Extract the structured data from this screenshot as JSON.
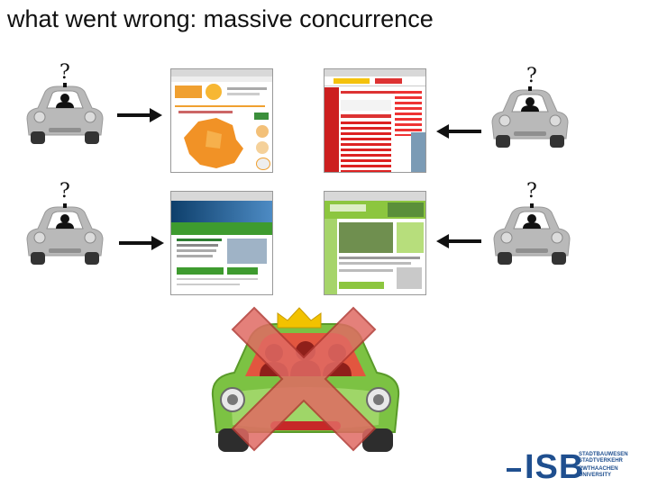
{
  "slide": {
    "title": "what went wrong: massive concurrence"
  },
  "cars": {
    "question_mark": "?"
  },
  "logo": {
    "name": "ISB",
    "line1": "STADTBAUWESEN",
    "line2": "STADTVERKEHR",
    "line3": "RWTHAACHEN",
    "line4": "UNIVERSITY"
  },
  "colors": {
    "car_gray": "#b9b9b9",
    "big_car_body": "#7cc243",
    "big_car_inner": "#e2563f",
    "cross": "#e06a63",
    "logo_blue": "#1f4f8f"
  },
  "icons": [
    "car-icon",
    "arrow-right-icon",
    "arrow-left-icon",
    "crown-icon",
    "cross-icon",
    "website-screenshot"
  ]
}
